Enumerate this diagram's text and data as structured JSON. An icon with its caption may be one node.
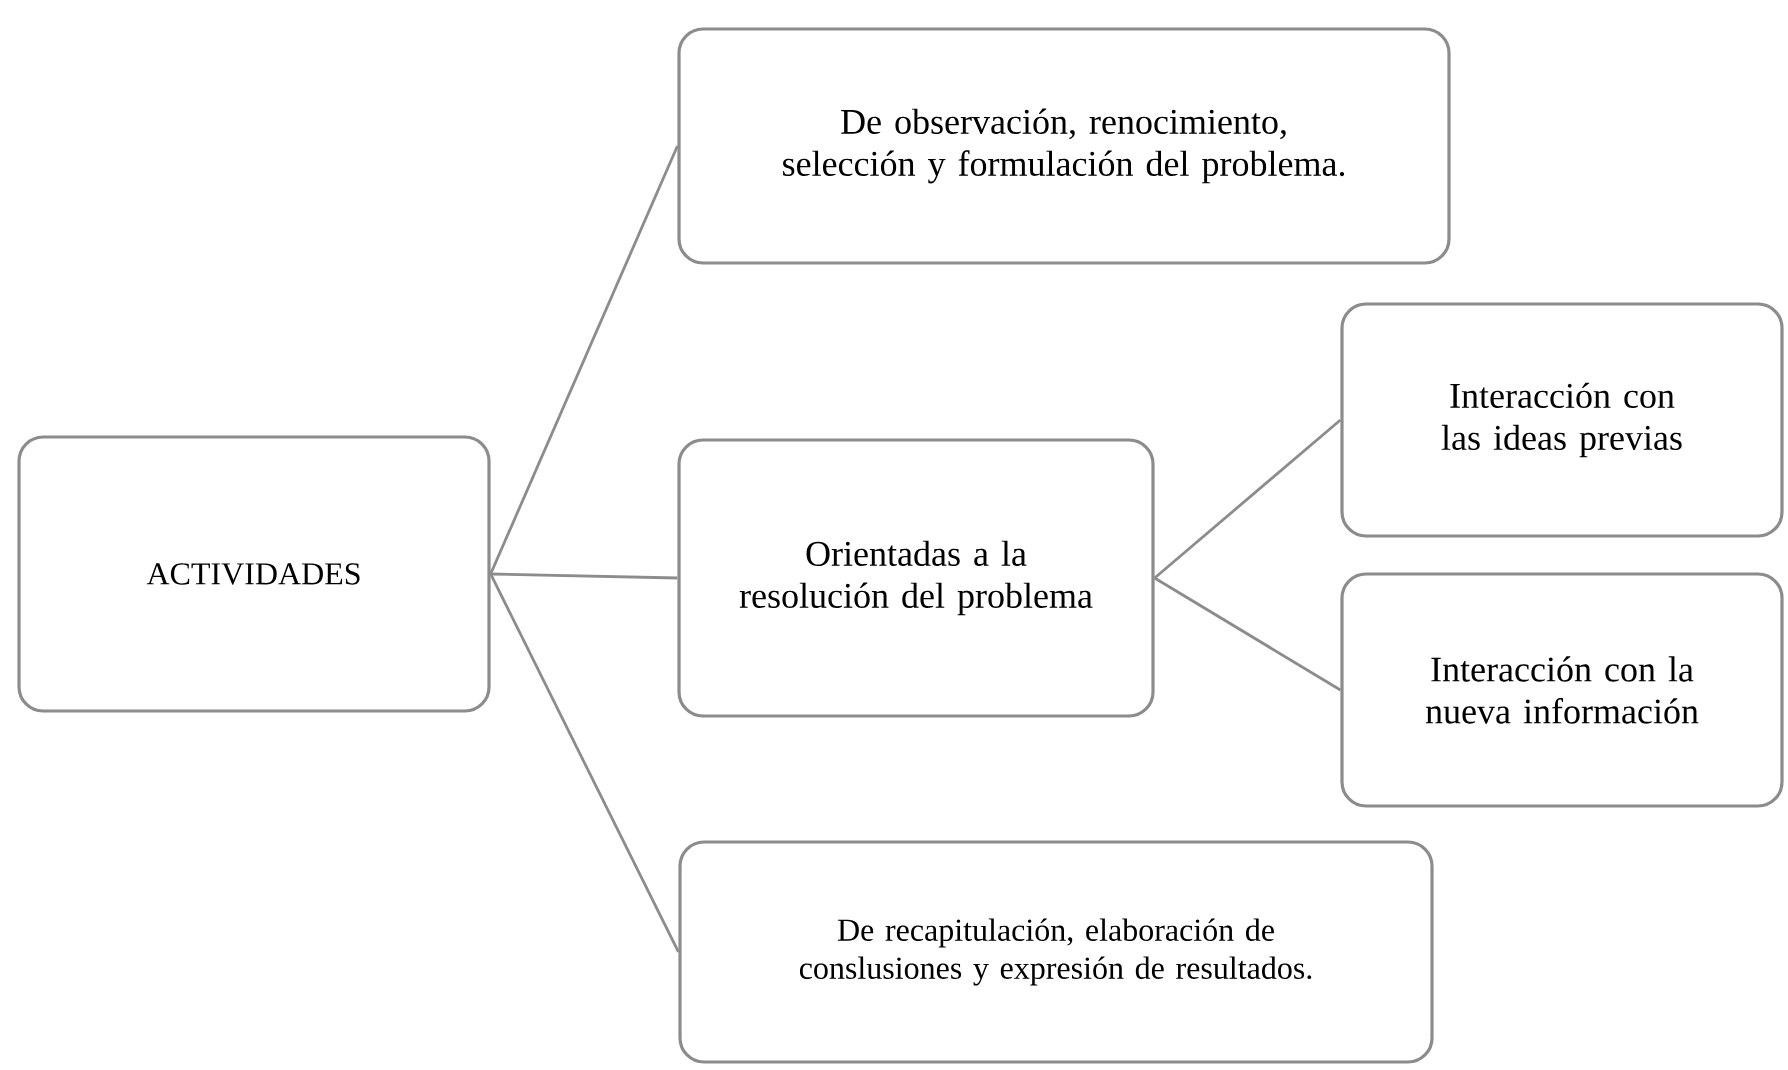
{
  "diagram": {
    "nodes": [
      {
        "text": [
          "ACTIVIDADES"
        ]
      },
      {
        "text": [
          "De observación, renocimiento, selección y formulación del problema."
        ]
      },
      {
        "text": [
          "Orientadas a la resolución del problema"
        ]
      },
      {
        "text": [
          "Interacción con las ideas previas"
        ]
      },
      {
        "text": [
          "Interacción con la nueva información"
        ]
      },
      {
        "text": [
          "De recapitulación, elaboración de conslusiones y expresión de resultados."
        ]
      }
    ],
    "edges": [
      {
        "from": 0,
        "to": 1,
        "arrow": "none"
      },
      {
        "from": 0,
        "to": 2,
        "arrow": "none"
      },
      {
        "from": 0,
        "to": 5,
        "arrow": "none"
      },
      {
        "from": 2,
        "to": 3,
        "arrow": "none"
      },
      {
        "from": 2,
        "to": 4,
        "arrow": "none"
      }
    ]
  }
}
